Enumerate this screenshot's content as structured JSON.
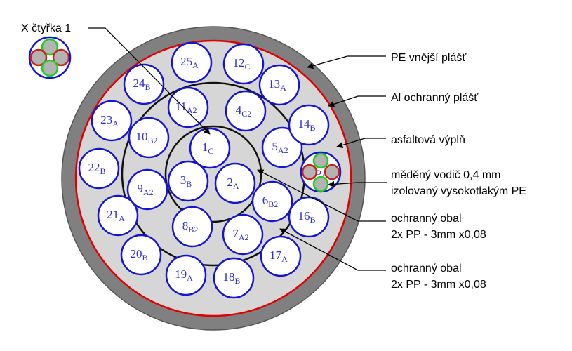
{
  "colors": {
    "outer_sheath": "#808080",
    "shield": "#e00000",
    "filler": "#d6d6d6",
    "wrap": "#111111",
    "circle": "#1515d0",
    "core_green": "#22cc22",
    "core_red": "#cc1f1f",
    "core_fill": "#b3b3b3",
    "label_num": "#2f2fd0"
  },
  "labels": {
    "quad": "X čtyřka 1",
    "pe_outer": "PE vnější plášť",
    "al_shield": "Al ochranný plášť",
    "filler": "asfaltová výplň",
    "conductor_1": "měděný vodič 0,4 mm",
    "conductor_2": "izolovaný vysokotlakým PE",
    "wrap_inner_1": "ochranný obal",
    "wrap_inner_2": "2x PP - 3mm x0,08",
    "wrap_outer_1": "ochranný obal",
    "wrap_outer_2": "2x PP - 3mm x0,08"
  },
  "quads": [
    {
      "num": "1",
      "sub": "C"
    },
    {
      "num": "2",
      "sub": "A"
    },
    {
      "num": "3",
      "sub": "B"
    },
    {
      "num": "4",
      "sub": "C2"
    },
    {
      "num": "5",
      "sub": "A2"
    },
    {
      "num": "6",
      "sub": "B2"
    },
    {
      "num": "7",
      "sub": "A2"
    },
    {
      "num": "8",
      "sub": "B2"
    },
    {
      "num": "9",
      "sub": "A2"
    },
    {
      "num": "10",
      "sub": "B2"
    },
    {
      "num": "11",
      "sub": "A2"
    },
    {
      "num": "12",
      "sub": "C"
    },
    {
      "num": "13",
      "sub": "A"
    },
    {
      "num": "14",
      "sub": "B"
    },
    {
      "num": "15",
      "sub": "A"
    },
    {
      "num": "16",
      "sub": "B"
    },
    {
      "num": "17",
      "sub": "A"
    },
    {
      "num": "18",
      "sub": "B"
    },
    {
      "num": "19",
      "sub": "A"
    },
    {
      "num": "20",
      "sub": "B"
    },
    {
      "num": "21",
      "sub": "A"
    },
    {
      "num": "22",
      "sub": "B"
    },
    {
      "num": "23",
      "sub": "A"
    },
    {
      "num": "24",
      "sub": "B"
    },
    {
      "num": "25",
      "sub": "A"
    }
  ]
}
